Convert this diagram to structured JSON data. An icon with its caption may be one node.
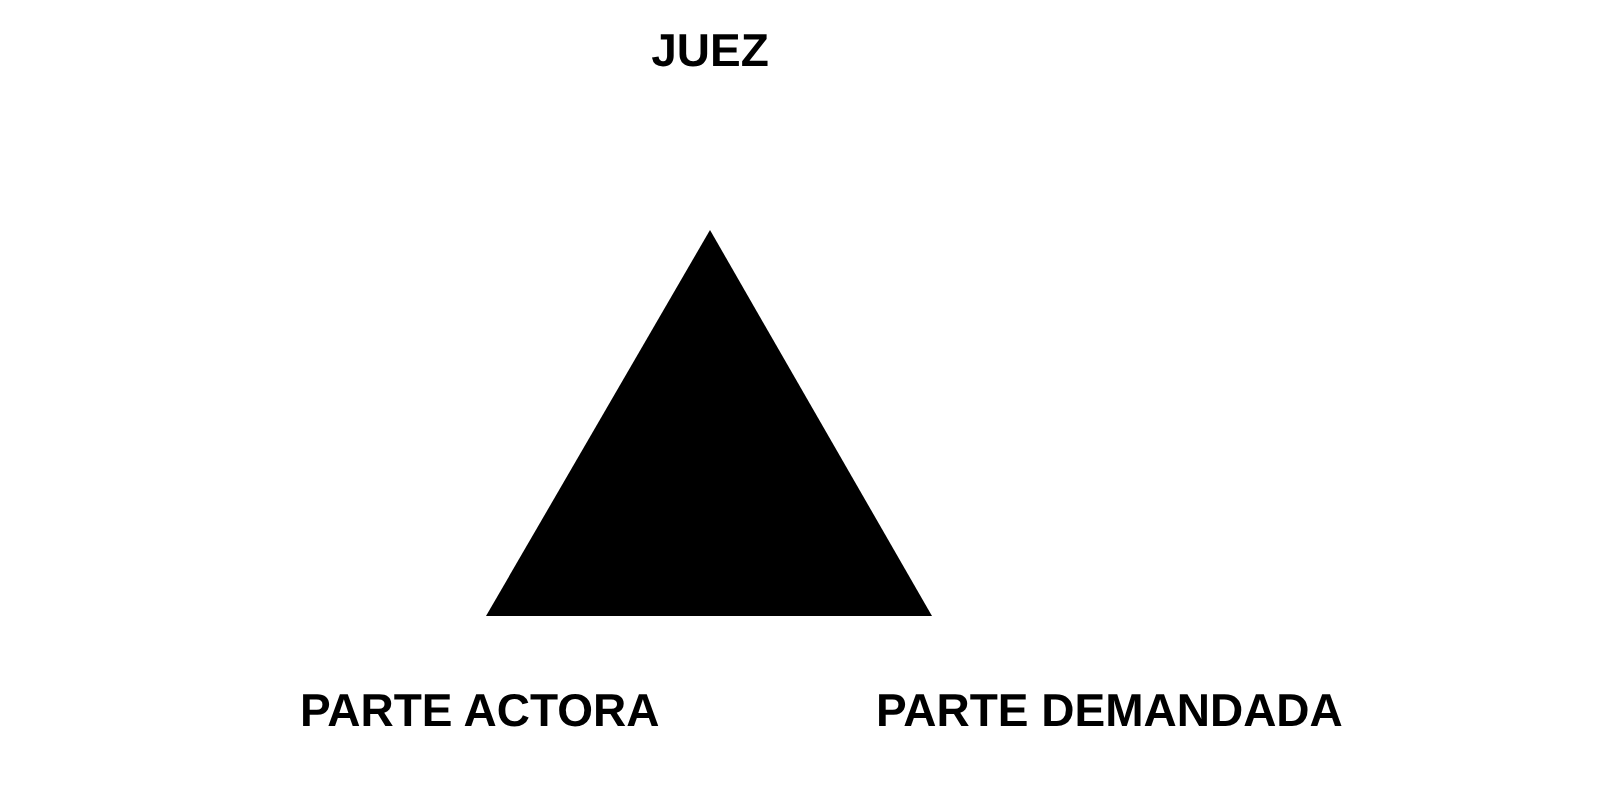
{
  "diagram": {
    "labels": [
      "JUEZ",
      "PARTE ACTORA",
      "PARTE DEMANDADA"
    ]
  }
}
